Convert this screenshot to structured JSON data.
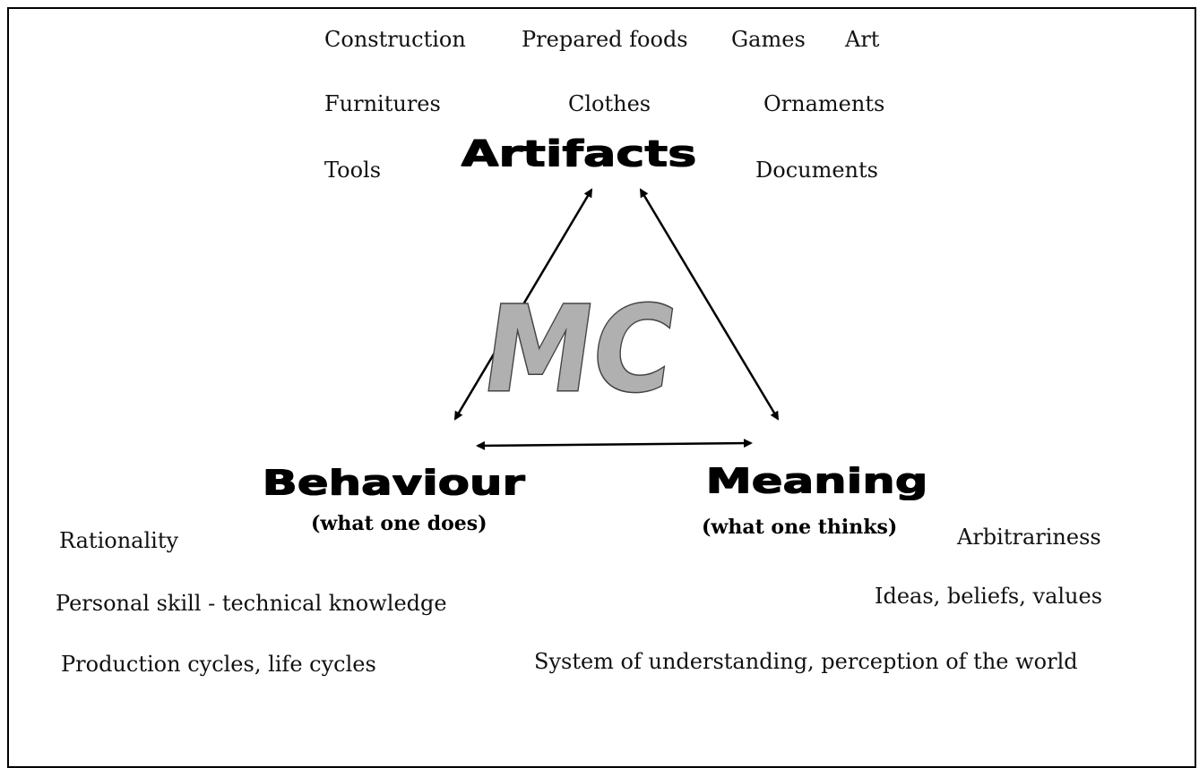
{
  "artifacts": {
    "title": "Artifacts",
    "items": [
      "Construction",
      "Prepared foods",
      "Games",
      "Art",
      "Furnitures",
      "Clothes",
      "Ornaments",
      "Tools",
      "Documents"
    ]
  },
  "center": {
    "logo": "MC",
    "fill": "#b0b0b0",
    "stroke": "#444444"
  },
  "behaviour": {
    "title": "Behaviour",
    "subtitle": "(what one does)",
    "items": [
      "Rationality",
      "Personal skill - technical knowledge",
      "Production cycles, life cycles"
    ]
  },
  "meaning": {
    "title": "Meaning",
    "subtitle": "(what one thinks)",
    "items": [
      "Arbitrariness",
      "Ideas, beliefs, values",
      "System of understanding, perception of the world"
    ]
  }
}
